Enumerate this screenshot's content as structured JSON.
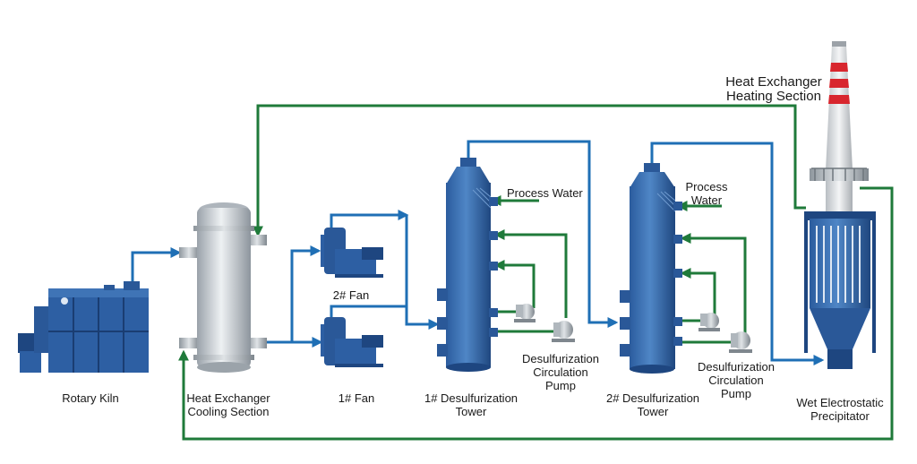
{
  "labels": {
    "rotary_kiln": "Rotary Kiln",
    "hx_cooling_1": "Heat Exchanger",
    "hx_cooling_2": "Cooling Section",
    "fan1": "1# Fan",
    "fan2": "2# Fan",
    "tower1_1": "1# Desulfurization",
    "tower1_2": "Tower",
    "tower2_1": "2# Desulfurization",
    "tower2_2": "Tower",
    "process_water_1": "Process Water",
    "process_water_2a": "Process",
    "process_water_2b": "Water",
    "pump1_1": "Desulfurization",
    "pump1_2": "Circulation",
    "pump1_3": "Pump",
    "pump2_1": "Desulfurization",
    "pump2_2": "Circulation",
    "pump2_3": "Pump",
    "wesp_1": "Wet Electrostatic",
    "wesp_2": "Precipitator",
    "hx_heating_1": "Heat Exchanger",
    "hx_heating_2": "Heating Section"
  },
  "colors": {
    "equipment_blue": "#2d5fa3",
    "equipment_dark": "#1e4680",
    "flue_gas_line": "#1f6fb5",
    "water_line": "#1f7a3a",
    "heat_exchanger": "#c7ccd1",
    "stack_red": "#d8262e"
  }
}
